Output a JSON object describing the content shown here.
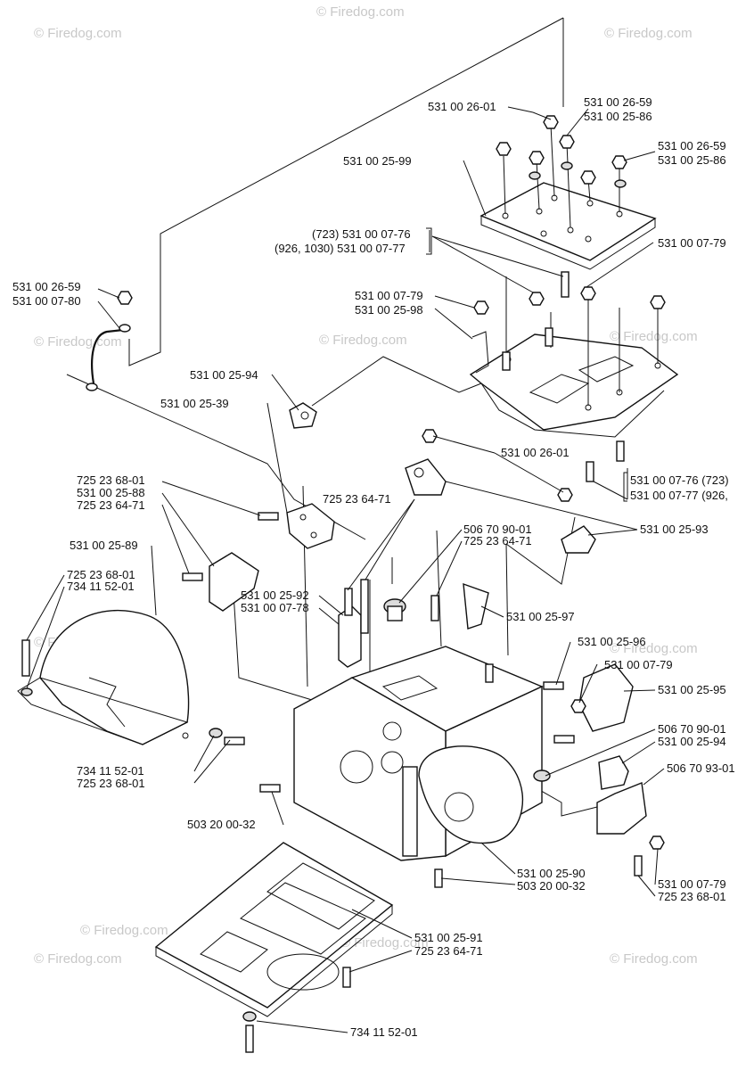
{
  "watermarks": [
    "© Firedog.com",
    "© Firedog.com",
    "© Firedog.com",
    "© Firedog.com",
    "© Firedog.com",
    "© Firedog.com",
    "© Firedog.com",
    "© Firedog.com",
    "© Firedog.com",
    "© Firedog.com",
    "© Firedog.com",
    "© Firedog.com"
  ],
  "labels": [
    "531 00 26-01",
    "531 00 26-59",
    "531 00 25-86",
    "531 00 26-59",
    "531 00 25-86",
    "531 00 25-99",
    "(723) 531 00 07-76",
    "(926, 1030) 531 00 07-77",
    "531 00 07-79",
    "531 00 26-59",
    "531 00 07-80",
    "531 00 07-79",
    "531 00 25-98",
    "531 00 25-94",
    "531 00 25-39",
    "531 00 26-01",
    "531 00 07-76 (723)",
    "531 00 07-77 (926,",
    "725 23 68-01",
    "531 00 25-88",
    "725 23 64-71",
    "725 23 64-71",
    "531 00 25-93",
    "506 70 90-01",
    "725 23 64-71",
    "531 00 25-89",
    "725 23 68-01",
    "734 11 52-01",
    "531 00 25-92",
    "531 00 07-78",
    "531 00 25-97",
    "531 00 25-96",
    "531 00 07-79",
    "531 00 25-95",
    "506 70 90-01",
    "531 00 25-94",
    "506 70 93-01",
    "734 11 52-01",
    "725 23 68-01",
    "503 20 00-32",
    "531 00 25-90",
    "503 20 00-32",
    "531 00 07-79",
    "725 23 68-01",
    "531 00 25-91",
    "725 23 64-71",
    "734 11 52-01"
  ]
}
